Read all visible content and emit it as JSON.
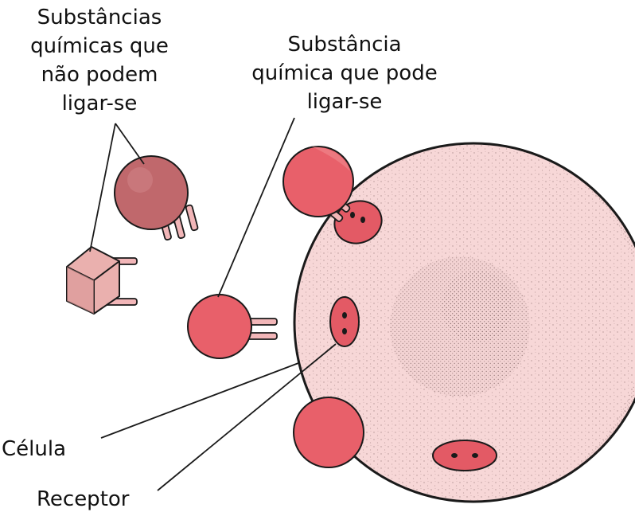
{
  "labels": {
    "cannot_bind": [
      "Substâncias",
      "químicas que",
      "não podem",
      "ligar-se"
    ],
    "can_bind": [
      "Substância",
      "química que pode",
      "ligar-se"
    ],
    "cell": "Célula",
    "receptor": "Receptor"
  },
  "colors": {
    "cell_fill": "#f7d7d7",
    "cell_edge": "#1a1a1a",
    "nucleus_fill": "#f3d3d3",
    "binding_molecule": "#e8606a",
    "non_binding_sphere": "#c0686c",
    "non_binding_cube": "#eab0ae",
    "receptor_fill": "#e35a65",
    "prong_fill": "#f2b6b8"
  }
}
